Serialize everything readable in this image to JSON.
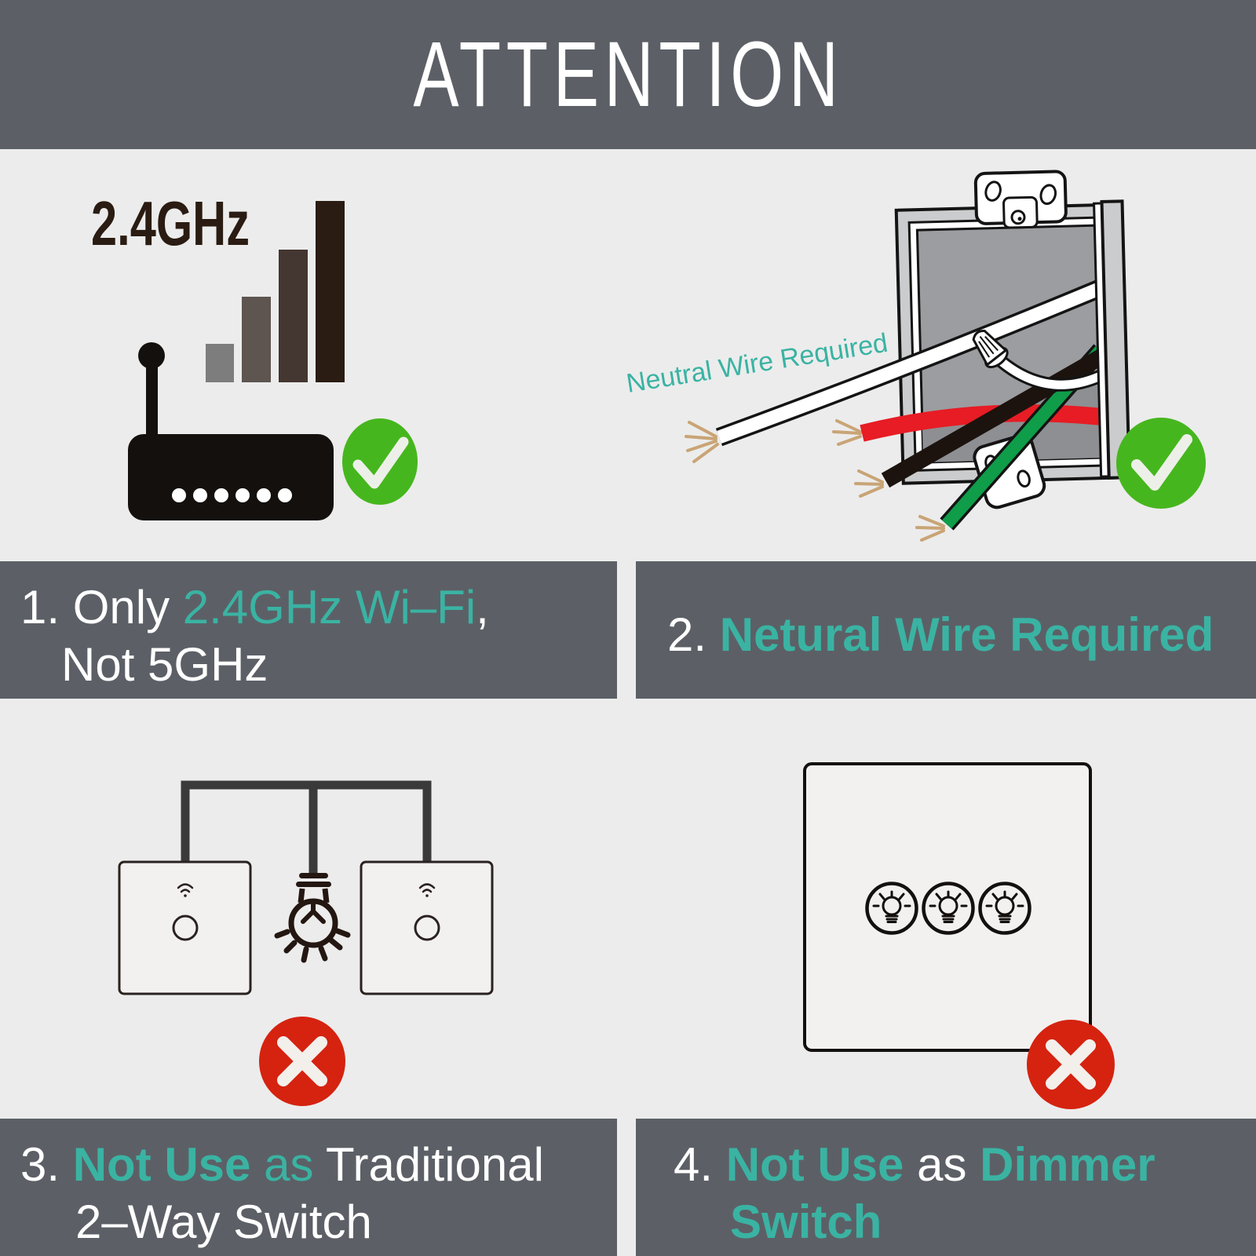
{
  "banner": {
    "title": "ATTENTION"
  },
  "colors": {
    "teal": "#3ab3a3",
    "panel": "#5c6066",
    "bg": "#ececec",
    "green": "#46b61e",
    "check_white": "#edf0e8",
    "red": "#d52310",
    "x_white": "#f3efeb",
    "wire_red": "#e71c24",
    "wire_green": "#0f9d49",
    "ink": "#2a1c12",
    "bar1": "#7d7d7d",
    "bar2": "#5e5450",
    "bar3": "#443630",
    "router": "#14100d",
    "wiredark": "#3a3a3a",
    "outline": "#141414",
    "copper": "#c9a475",
    "frame": "#cbcccd",
    "boxinner": "#9b9da0",
    "boxshadow": "#8d8f93",
    "switchfill": "#f2f1ef"
  },
  "q1": {
    "frequency_label": "2.4GHz"
  },
  "q2": {
    "wire_label": "Neutral Wire Required"
  },
  "captions": {
    "c1": {
      "number": "1. ",
      "pre": "Only ",
      "highlight": "2.4GHz Wi–Fi",
      "post": ",",
      "line2": "Not 5GHz"
    },
    "c2": {
      "number": "2. ",
      "highlight": "Netural Wire Required"
    },
    "c3": {
      "number": "3. ",
      "emphasis": "Not Use",
      "connector": " as ",
      "tail": "Traditional",
      "line2": "2–Way Switch"
    },
    "c4": {
      "number": "4. ",
      "emphasis": "Not Use",
      "connector": " as ",
      "emphasis2": "Dimmer",
      "line2": "Switch"
    }
  }
}
